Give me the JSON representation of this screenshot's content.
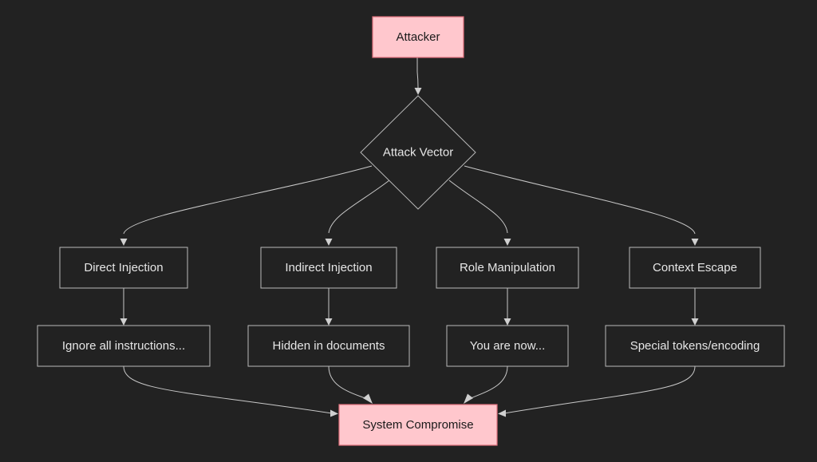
{
  "diagram": {
    "nodes": {
      "attacker": "Attacker",
      "vector": "Attack Vector",
      "direct": "Direct Injection",
      "indirect": "Indirect Injection",
      "role": "Role Manipulation",
      "context": "Context Escape",
      "direct_example": "Ignore all instructions...",
      "indirect_example": "Hidden in documents",
      "role_example": "You are now...",
      "context_example": "Special tokens/encoding",
      "compromise": "System Compromise"
    },
    "edges": [
      [
        "attacker",
        "vector"
      ],
      [
        "vector",
        "direct"
      ],
      [
        "vector",
        "indirect"
      ],
      [
        "vector",
        "role"
      ],
      [
        "vector",
        "context"
      ],
      [
        "direct",
        "direct_example"
      ],
      [
        "indirect",
        "indirect_example"
      ],
      [
        "role",
        "role_example"
      ],
      [
        "context",
        "context_example"
      ],
      [
        "direct_example",
        "compromise"
      ],
      [
        "indirect_example",
        "compromise"
      ],
      [
        "role_example",
        "compromise"
      ],
      [
        "context_example",
        "compromise"
      ]
    ],
    "colors": {
      "background": "#222222",
      "node_stroke": "#b9b9b9",
      "highlight_fill": "#ffc7cd",
      "highlight_stroke": "#e0707c",
      "text": "#e6e6e6",
      "highlight_text": "#1a1a1a",
      "edge": "#c8c8c8"
    }
  }
}
